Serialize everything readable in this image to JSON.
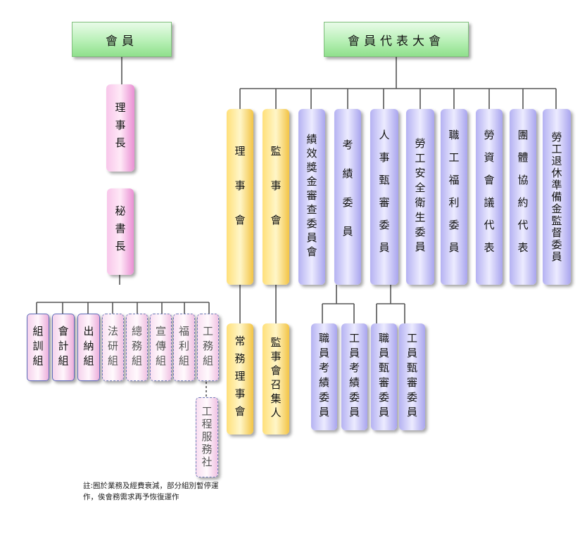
{
  "left": {
    "members": "會員",
    "chairman": "理事長",
    "secretary": "秘書長",
    "groups": [
      {
        "label": "組訓組",
        "style": "solid"
      },
      {
        "label": "會計組",
        "style": "solid"
      },
      {
        "label": "出納組",
        "style": "solid"
      },
      {
        "label": "法研組",
        "style": "dashed"
      },
      {
        "label": "總務組",
        "style": "dashed"
      },
      {
        "label": "宣傳組",
        "style": "dashed"
      },
      {
        "label": "福利組",
        "style": "dashed"
      },
      {
        "label": "工務組",
        "style": "dashed"
      }
    ],
    "engineering_service": "工程服務社",
    "note": "註:囿於業務及經費衰減，部分組別暫停運作，俟會務需求再予恢復運作"
  },
  "right": {
    "assembly": "會員代表大會",
    "board": "理事會",
    "supervisors": "監事會",
    "standing_board": "常務理事會",
    "supervisor_convener": "監事會召集人",
    "committees": [
      "績效獎金審查委員會",
      "考績委員",
      "人事甄審委員",
      "勞工安全衛生委員",
      "職工福利委員",
      "勞資會議代表",
      "團體協約代表",
      "勞工退休準備金監督委員"
    ],
    "sub_committees": [
      "職員考績委員",
      "工員考績委員",
      "職員甄審委員",
      "工員甄審委員"
    ]
  }
}
